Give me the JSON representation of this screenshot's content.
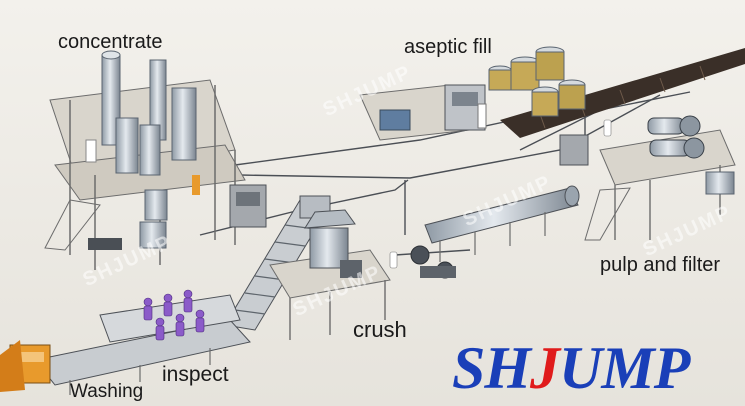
{
  "labels": {
    "concentrate": "concentrate",
    "aseptic_fill": "aseptic fill",
    "pulp_and_filter": "pulp and filter",
    "crush": "crush",
    "inspect": "inspect",
    "washing": "Washing"
  },
  "watermark": "SHJUMP",
  "brand": {
    "parts": [
      {
        "text": "SH",
        "color": "#1a3fb8"
      },
      {
        "text": "J",
        "color": "#e01b1b"
      },
      {
        "text": "UMP",
        "color": "#1a3fb8"
      }
    ]
  },
  "colors": {
    "background": "#f1efe9",
    "steel": "#b9c3cc",
    "dark_steel": "#5a6470",
    "brand_blue": "#1a3fb8",
    "brand_red": "#e01b1b",
    "accent_orange": "#e89a2c",
    "bottle_purple": "#8b5bc9"
  }
}
